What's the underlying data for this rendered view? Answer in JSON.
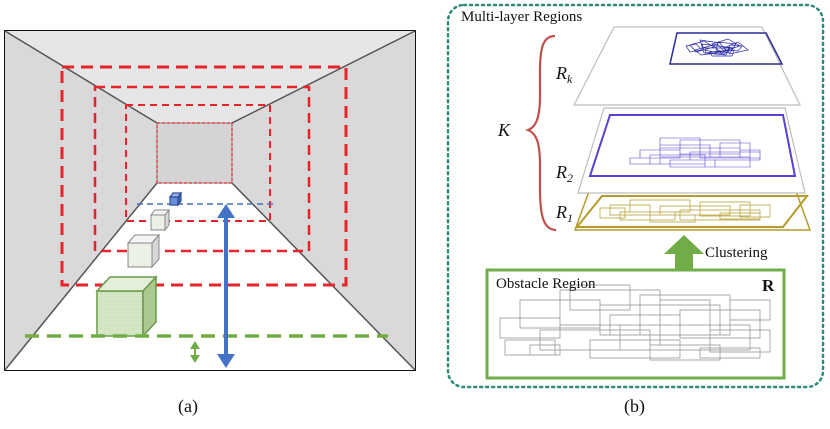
{
  "captions": {
    "a": "(a)",
    "b": "(b)"
  },
  "panel_b": {
    "title": "Multi-layer Regions",
    "k_label": "K",
    "layers": [
      {
        "base": "R",
        "sub": "k"
      },
      {
        "base": "R",
        "sub": "2"
      },
      {
        "base": "R",
        "sub": "1"
      }
    ],
    "arrow_label": "Clustering",
    "obstacle_label": "Obstacle Region",
    "obstacle_symbol": "R"
  },
  "colors": {
    "red_dashed": "#e8232a",
    "blue_arrow": "#4472c4",
    "green": "#70ad47",
    "purple": "#5b3fd6",
    "gold": "#b59b2a",
    "gray_scribble": "#8c8c8c",
    "teal_dotted": "#2e8b7a"
  }
}
